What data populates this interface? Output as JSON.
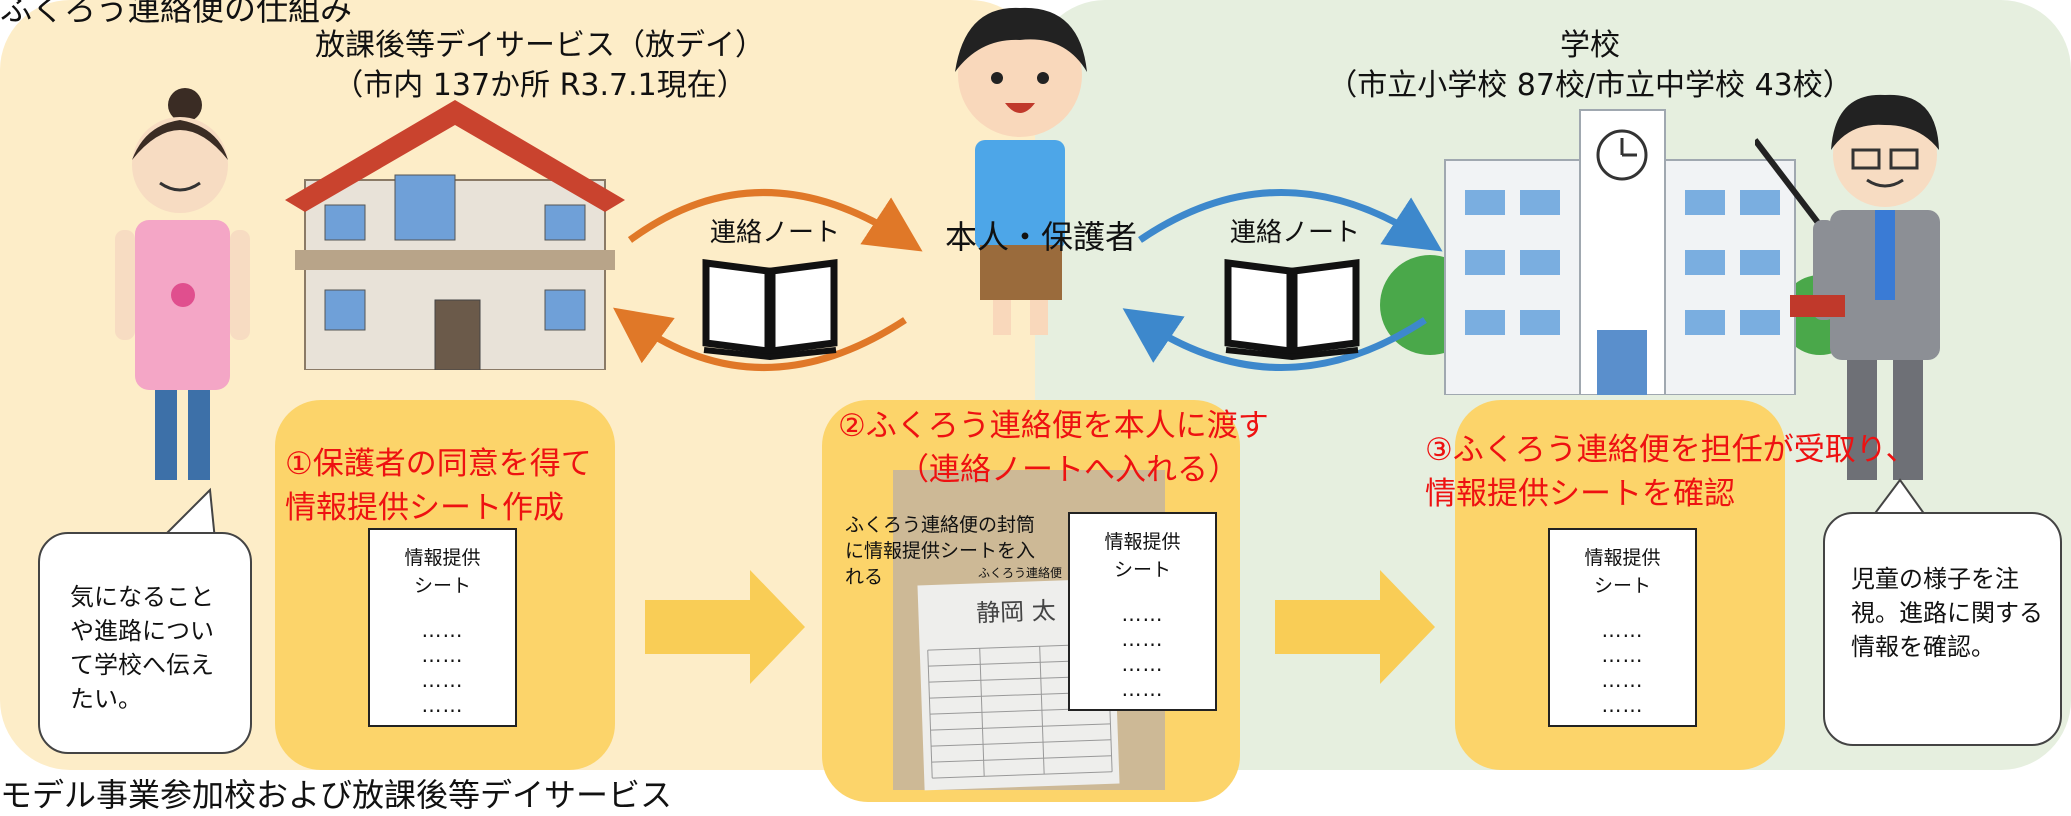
{
  "titles": {
    "top": "ふくろう連絡便の仕組み",
    "bottom": "モデル事業参加校および放課後等デイサービス"
  },
  "facility": {
    "name": "放課後等デイサービス（放デイ）",
    "detail": "（市内 137か所 R3.7.1現在）"
  },
  "school": {
    "name": "学校",
    "detail": "（市立小学校 87校/市立中学校 43校）"
  },
  "center_label": "本人・保護者",
  "notebook_left_label": "連絡ノート",
  "notebook_right_label": "連絡ノート",
  "steps": {
    "step1": {
      "line1": "①保護者の同意を得て",
      "line2": "情報提供シート作成"
    },
    "step2": {
      "line1": "②ふくろう連絡便を本人に渡す",
      "line2": "（連絡ノートへ入れる）"
    },
    "step3": {
      "line1": "③ふくろう連絡便を担任が受取り、",
      "line2": "情報提供シートを確認"
    }
  },
  "envelope": {
    "note": "ふくろう連絡便の封筒に情報提供シートを入れる",
    "photo_header": "ふくろう連絡便",
    "photo_name": "静岡 太"
  },
  "sheet": {
    "title_line1": "情報提供",
    "title_line2": "シート",
    "dots": "……"
  },
  "bubbles": {
    "parent": "気になることや進路について学校へ伝えたい。",
    "teacher": "児童の様子を注視。進路に関する情報を確認。"
  },
  "colors": {
    "left_panel": "#fdedc8",
    "right_panel": "#e6efdf",
    "step_box": "#fcd46a",
    "step_text": "#ee1111",
    "arrow_orange": "#e07828",
    "arrow_blue": "#3d88cc",
    "flow_arrow": "#f9cd56"
  }
}
